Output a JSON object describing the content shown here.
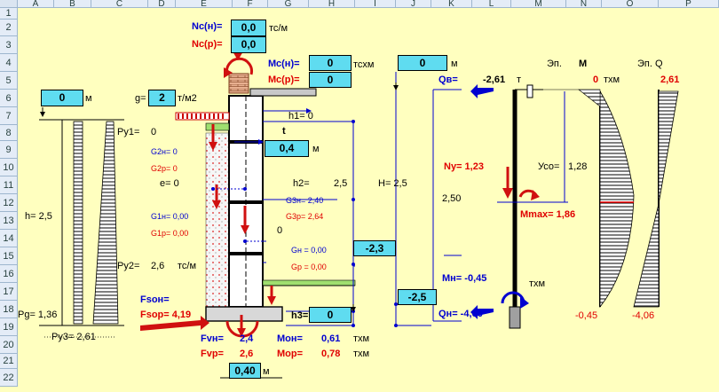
{
  "columns": [
    "A",
    "B",
    "C",
    "D",
    "E",
    "F",
    "G",
    "H",
    "I",
    "J",
    "K",
    "L",
    "M",
    "N",
    "O",
    "P"
  ],
  "rows": [
    "1",
    "2",
    "3",
    "4",
    "5",
    "6",
    "7",
    "8",
    "9",
    "10",
    "11",
    "12",
    "13",
    "14",
    "15",
    "16",
    "17",
    "18",
    "19",
    "20",
    "21",
    "22"
  ],
  "inputs": {
    "nc_n": "0,0",
    "nc_p": "0,0",
    "mc_n": "0",
    "mc_p": "0",
    "top_m": "0",
    "left_m": "0",
    "g": "2",
    "t": "0,4",
    "right_mid": "-2,3",
    "right_low": "-2,5",
    "h3": "0",
    "bottom_width": "0,40"
  },
  "labels": {
    "nc_n": "Nc(н)=",
    "nc_p": "Nc(р)=",
    "tsm": "тс/м",
    "mc_n": "Мс(н)=",
    "mc_p": "Мс(р)=",
    "tskhm": "тсхм",
    "m": "м",
    "g": "g=",
    "t_m2": "т/м2",
    "h1": "h1= 0",
    "t": "t",
    "py1": "Ру1=",
    "py1_val": "0",
    "g2n": "G2н= 0",
    "g2p": "G2р= 0",
    "e": "е= 0",
    "h2": "h2=",
    "h2_val": "2,5",
    "H": "H= 2,5",
    "g3n": "G3н= 2,40",
    "g3p": "G3р= 2,64",
    "g1n": "G1н= 0,00",
    "g1p": "G1р= 0,00",
    "zero": "0",
    "gn": "Gн = 0,00",
    "gp": "Gр = 0,00",
    "h": "h= 2,5",
    "py2": "Ру2=",
    "py2_val": "2,6",
    "fson": "Fsoн=",
    "fsop": "Fsoр= 4,19",
    "pg": "Рg= 1,36",
    "h3": "h3=",
    "py3": "Ру3= 2,61",
    "fvn": "Fvн=",
    "fvn_val": "2,4",
    "fvp": "Fvр=",
    "fvp_val": "2,6",
    "mon": "Мон=",
    "mon_val": "0,61",
    "mop": "Мор=",
    "mop_val": "0,78",
    "txm": "тхм",
    "qv": "Qв=",
    "qv_val": "-2,61",
    "qv_unit": "т",
    "ny": "Ny= 1,23",
    "yco": "Усо=",
    "yco_val": "1,28",
    "val_250": "2,50",
    "mmax": "Mmax= 1,86",
    "mn": "Mн= -0,45",
    "qn": "Qн= -4,06",
    "ep_m": "Эп.",
    "m_label": "M",
    "ep_q": "Эп. Q",
    "m_top": "0",
    "m_top_unit": "тхм",
    "q_top": "2,61",
    "m_bottom": "-0,45",
    "q_bottom": "-4,06",
    "mn_unit": "тхм"
  }
}
